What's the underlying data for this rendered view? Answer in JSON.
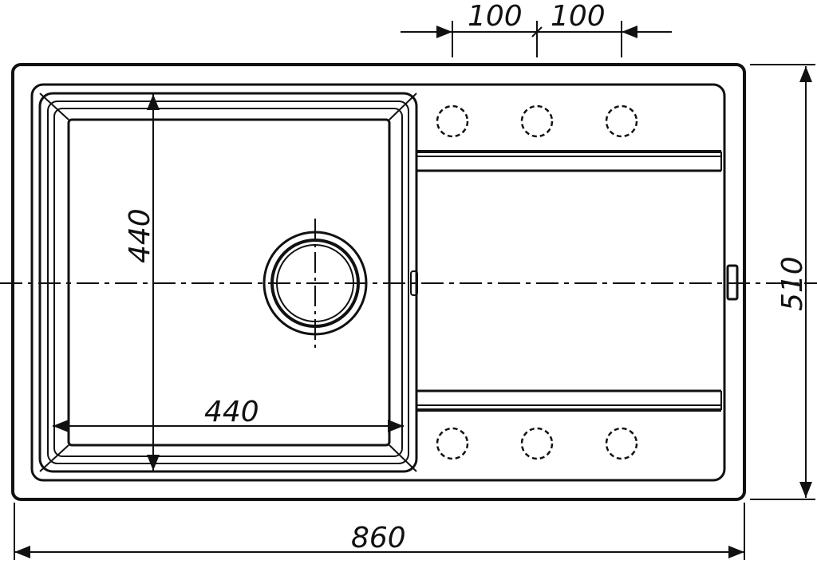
{
  "dimensions": {
    "bowl_width": "440",
    "bowl_height": "440",
    "tap_hole_spacing_left": "100",
    "tap_hole_spacing_right": "100",
    "total_width": "860",
    "total_depth": "510"
  }
}
